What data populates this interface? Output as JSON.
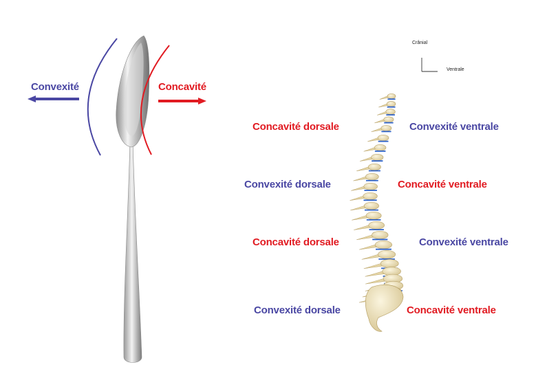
{
  "colors": {
    "concave": "#e11b22",
    "convex": "#4a47a3",
    "spine_lines": "#2f63c9",
    "bone": "#efe4c2"
  },
  "icons": {
    "spoon": "spoon-illustration",
    "spine": "spine-illustration",
    "axes": "orientation-axes-icon"
  },
  "spoon_panel": {
    "left_label": "Convexité",
    "right_label": "Concavité"
  },
  "orientation": {
    "vertical": "Crânial",
    "horizontal": "Ventrale"
  },
  "spine_labels": {
    "left": [
      "Concavité dorsale",
      "Convexité dorsale",
      "Concavité dorsale",
      "Convexité dorsale"
    ],
    "right": [
      "Convexité ventrale",
      "Concavité ventrale",
      "Convexité ventrale",
      "Concavité ventrale"
    ]
  }
}
